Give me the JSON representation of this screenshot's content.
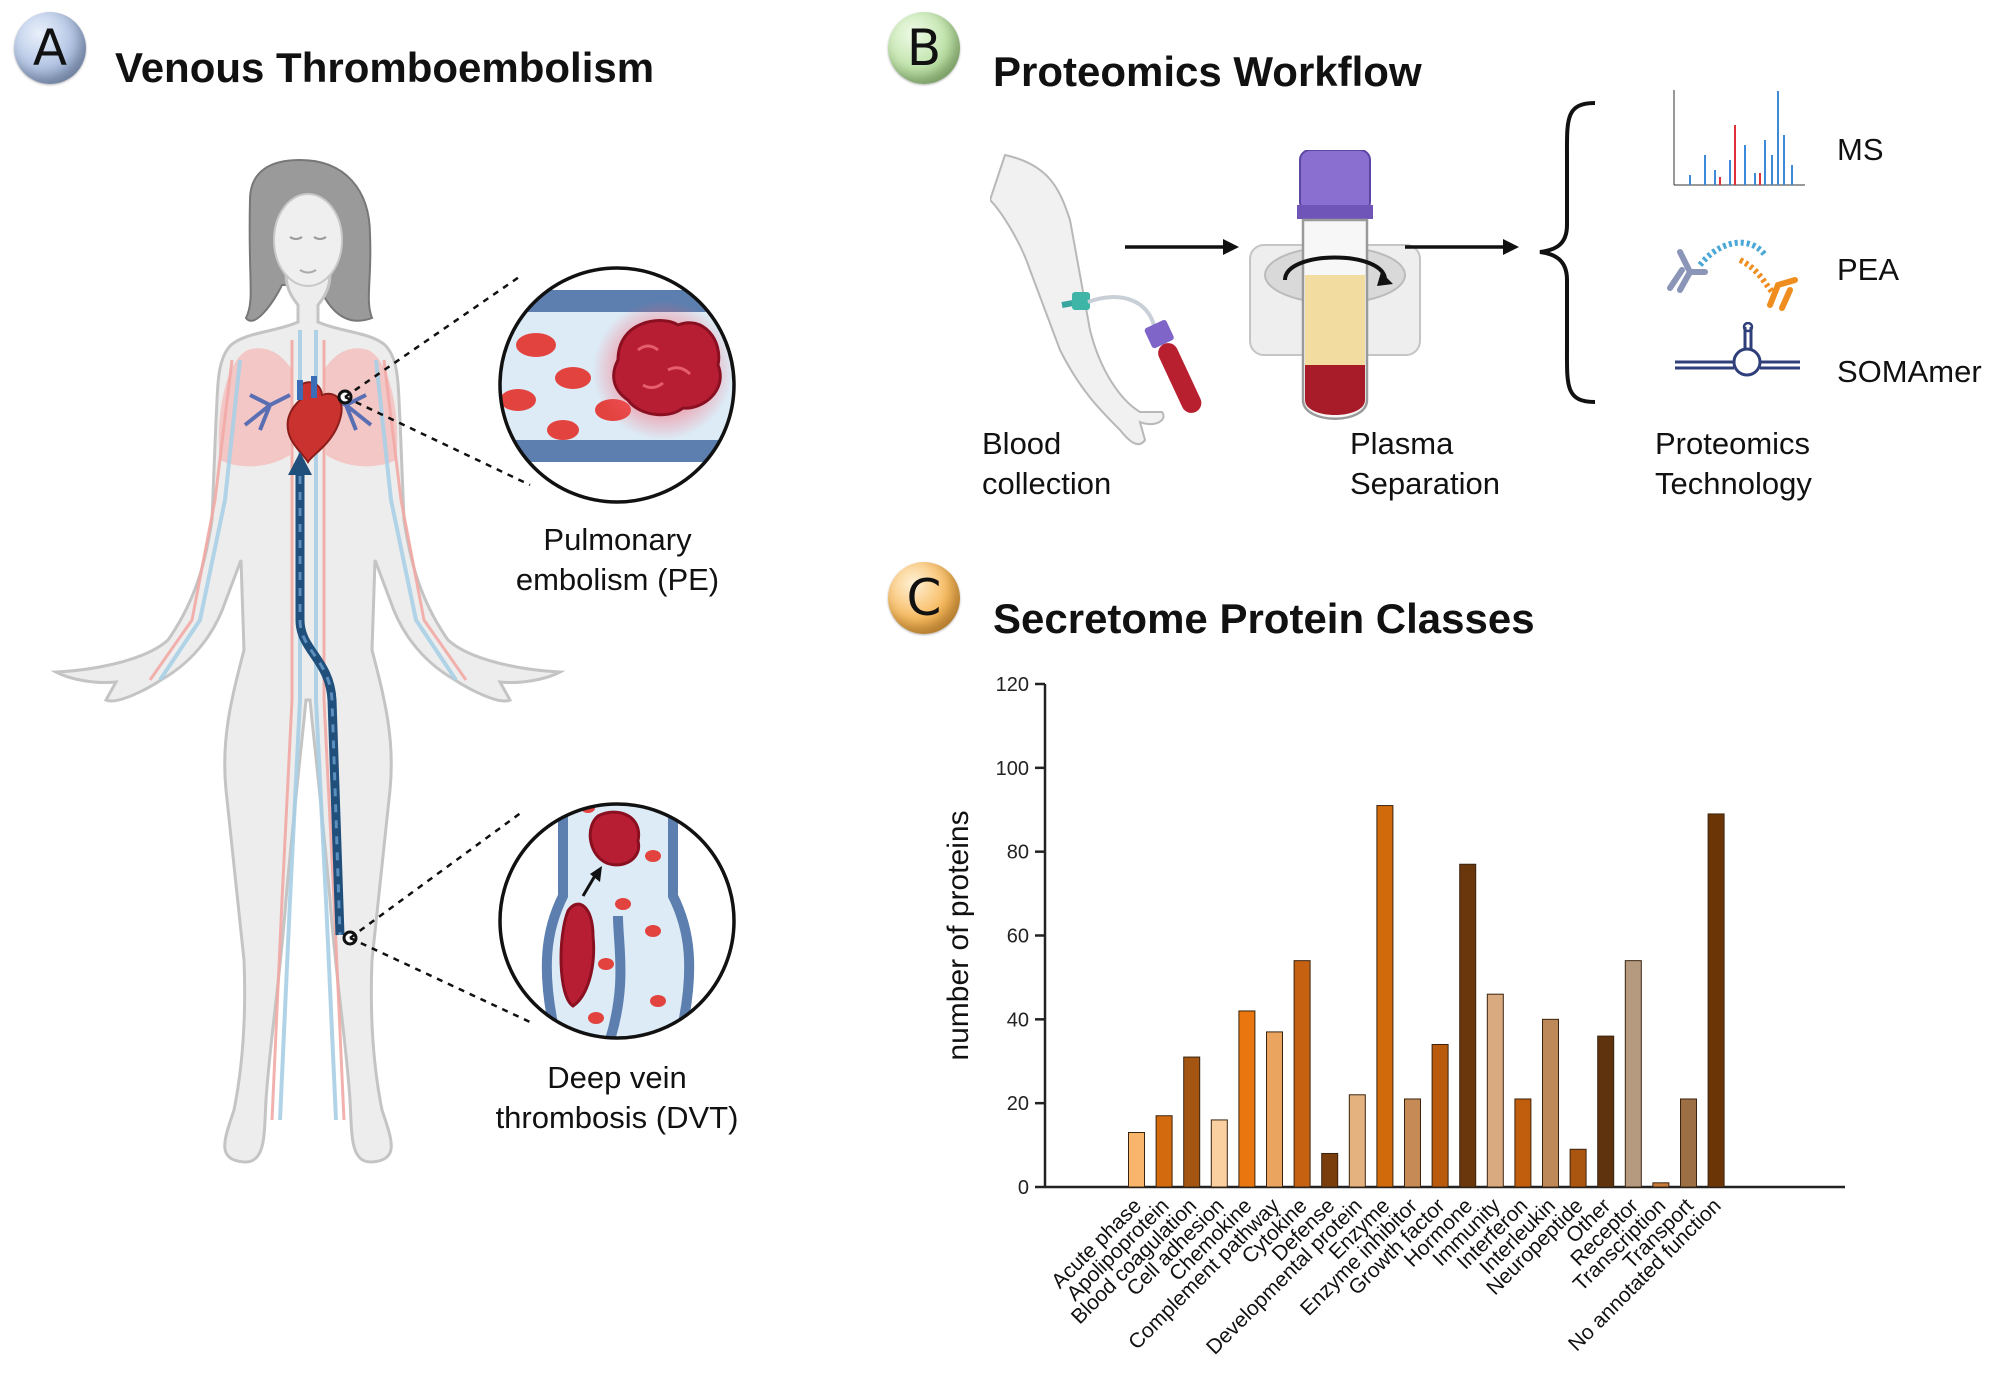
{
  "panel_a": {
    "badge": "A",
    "title": "Venous Thromboembolism",
    "pe_label_1": "Pulmonary",
    "pe_label_2": "embolism (PE)",
    "dvt_label_1": "Deep vein",
    "dvt_label_2": "thrombosis (DVT)"
  },
  "panel_b": {
    "badge": "B",
    "title": "Proteomics Workflow",
    "step1_line1": "Blood",
    "step1_line2": "collection",
    "step2_line1": "Plasma",
    "step2_line2": "Separation",
    "step3_line1": "Proteomics",
    "step3_line2": "Technology",
    "tech_ms": "MS",
    "tech_pea": "PEA",
    "tech_somamer": "SOMAmer"
  },
  "panel_c": {
    "badge": "C",
    "title": "Secretome Protein Classes"
  },
  "chart_data": {
    "type": "bar",
    "title": "Secretome Protein Classes",
    "xlabel": "",
    "ylabel": "number of proteins",
    "ylim": [
      0,
      120
    ],
    "yticks": [
      0,
      20,
      40,
      60,
      80,
      100,
      120
    ],
    "grid": false,
    "categories": [
      "Acute phase",
      "Apolipoprotein",
      "Blood coagulation",
      "Cell adhesion",
      "Chemokine",
      "Complement pathway",
      "Cytokine",
      "Defense",
      "Developmental protein",
      "Enzyme",
      "Enzyme inhibitor",
      "Growth factor",
      "Hormone",
      "Immunity",
      "Interferon",
      "Interleukin",
      "Neuropeptide",
      "Other",
      "Receptor",
      "Transcription",
      "Transport",
      "No annotated function"
    ],
    "values": [
      13,
      17,
      31,
      16,
      42,
      37,
      54,
      8,
      22,
      91,
      21,
      34,
      77,
      46,
      21,
      40,
      9,
      36,
      54,
      1,
      21,
      89
    ],
    "colors": [
      "#f8b56b",
      "#d46a0e",
      "#a45511",
      "#fbd0a0",
      "#e9760e",
      "#eba45f",
      "#c56110",
      "#7a3d0c",
      "#e4b27f",
      "#d06a0a",
      "#c58a55",
      "#b95a0c",
      "#6a370c",
      "#d9aa80",
      "#c15e0d",
      "#bd8959",
      "#aa5510",
      "#5f330e",
      "#b59a80",
      "#c87b3b",
      "#9c7044",
      "#6b3506"
    ]
  }
}
